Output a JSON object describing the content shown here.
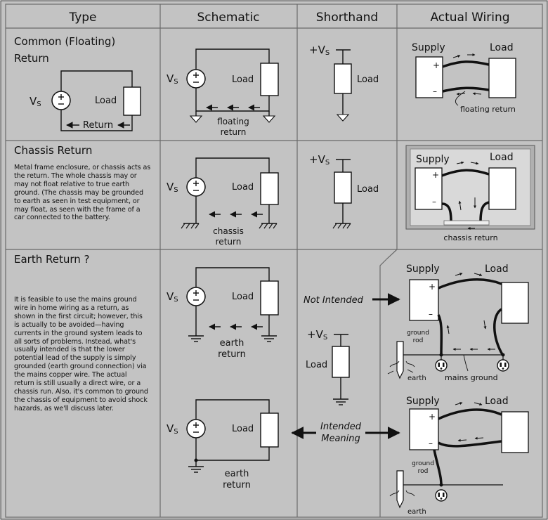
{
  "header": {
    "type": "Type",
    "schematic": "Schematic",
    "shorthand": "Shorthand",
    "wiring": "Actual Wiring"
  },
  "rows": {
    "common": {
      "title_line1": "Common (Floating)",
      "title_line2": "Return",
      "vs": "V",
      "vs_sub": "S",
      "load": "Load",
      "return_label": "Return",
      "floating_1": "floating",
      "floating_2": "return",
      "shorthand_vs": "+V",
      "shorthand_vs_sub": "S",
      "shorthand_load": "Load",
      "supply": "Supply",
      "wiring_load": "Load",
      "plus": "+",
      "minus": "–",
      "wiring_caption": "floating return"
    },
    "chassis": {
      "title": "Chassis Return",
      "description": "Metal frame enclosure, or chassis acts as the return. The whole chassis may or may not float relative to true earth ground.  (The chassis may be grounded to earth as seen in test equipment, or may float, as seen with the frame of a car connected to the battery.",
      "vs": "V",
      "vs_sub": "S",
      "load": "Load",
      "chassis_1": "chassis",
      "chassis_2": "return",
      "shorthand_vs": "+V",
      "shorthand_vs_sub": "S",
      "shorthand_load": "Load",
      "supply": "Supply",
      "wiring_load": "Load",
      "plus": "+",
      "minus": "–",
      "wiring_caption": "chassis return"
    },
    "earth": {
      "title": "Earth Return ?",
      "description": "It is feasible to use the mains ground wire in home wiring as a return, as shown in the first circuit; however, this is actually to be avoided—having currents in the ground system leads to all sorts of problems.  Instead, what's usually intended is that the lower potential lead of the supply is simply grounded (earth ground connection) via the mains copper wire.  The actual return is still usually a direct wire, or a chassis run.  Also, it's common to ground the chassis of equipment to avoid shock hazards, as we'll discuss later.",
      "vs": "V",
      "vs_sub": "S",
      "load": "Load",
      "earth_1": "earth",
      "earth_2": "return",
      "not_intended": "Not Intended",
      "intended_1": "Intended",
      "intended_2": "Meaning",
      "shorthand_vs": "+V",
      "shorthand_vs_sub": "S",
      "shorthand_load": "Load",
      "supply": "Supply",
      "wiring_load": "Load",
      "plus": "+",
      "minus": "–",
      "ground_rod_1": "ground",
      "ground_rod_2": "rod",
      "earth_label": "earth",
      "mains_ground": "mains ground"
    }
  },
  "colors": {
    "panel": "#c3c3c3",
    "grid": "#6a6a6a",
    "box": "#ffffff",
    "wire": "#000000"
  }
}
